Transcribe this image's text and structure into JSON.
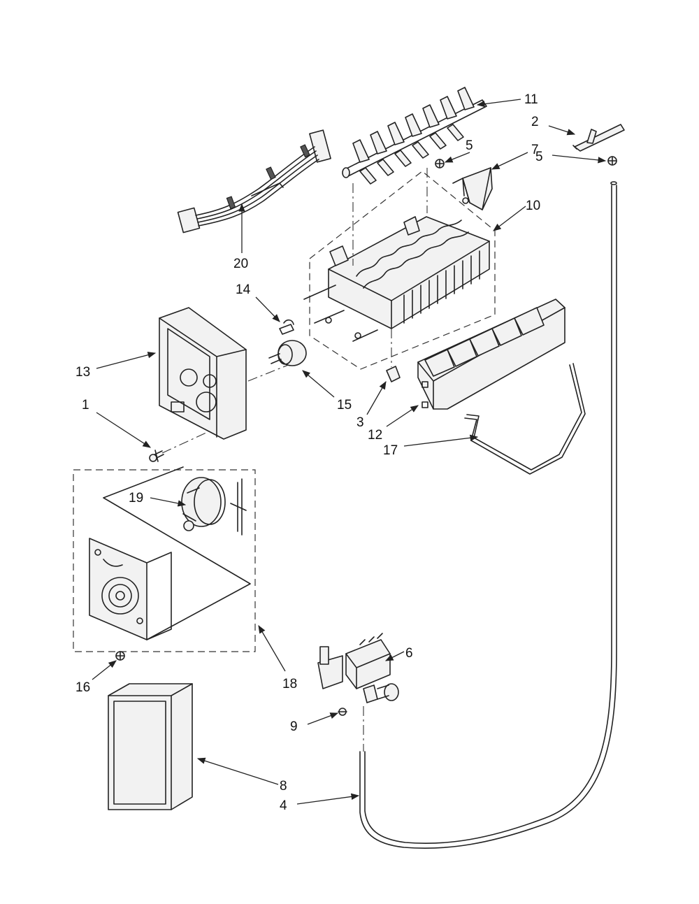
{
  "callouts": [
    {
      "id": "c11",
      "label": "11"
    },
    {
      "id": "c2",
      "label": "2"
    },
    {
      "id": "c5a",
      "label": "5"
    },
    {
      "id": "c7",
      "label": "7"
    },
    {
      "id": "c5b",
      "label": "5"
    },
    {
      "id": "c10",
      "label": "10"
    },
    {
      "id": "c20",
      "label": "20"
    },
    {
      "id": "c14",
      "label": "14"
    },
    {
      "id": "c13",
      "label": "13"
    },
    {
      "id": "c15",
      "label": "15"
    },
    {
      "id": "c3",
      "label": "3"
    },
    {
      "id": "c12",
      "label": "12"
    },
    {
      "id": "c1",
      "label": "1"
    },
    {
      "id": "c17",
      "label": "17"
    },
    {
      "id": "c19",
      "label": "19"
    },
    {
      "id": "c6",
      "label": "6"
    },
    {
      "id": "c16",
      "label": "16"
    },
    {
      "id": "c18",
      "label": "18"
    },
    {
      "id": "c9",
      "label": "9"
    },
    {
      "id": "c8",
      "label": "8"
    },
    {
      "id": "c4",
      "label": "4"
    }
  ]
}
